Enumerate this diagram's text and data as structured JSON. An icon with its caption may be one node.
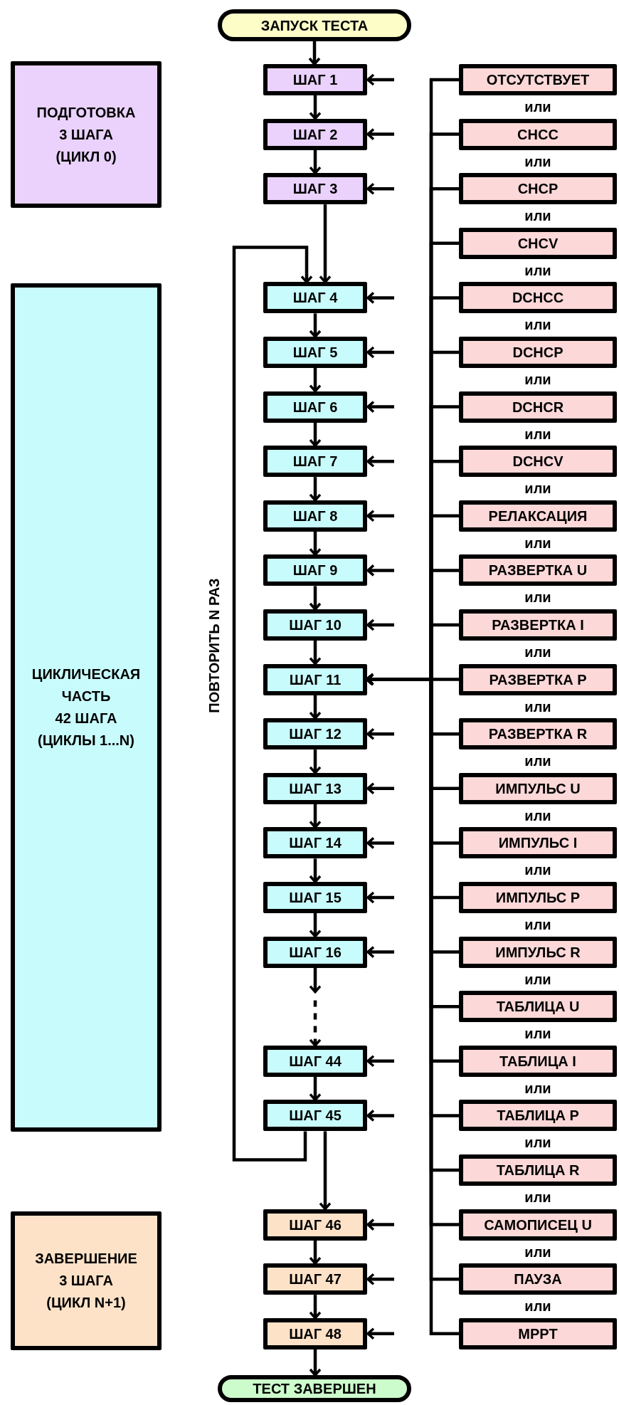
{
  "diagram": {
    "nodes": [
      {
        "text": [
          "ЗАПУСК ТЕСТА"
        ]
      },
      {
        "text": [
          "ПОДГОТОВКА",
          "3 ШАГА",
          "(ЦИКЛ 0)"
        ]
      },
      {
        "text": [
          "ЦИКЛИЧЕСКАЯ ЧАСТЬ",
          "42 ШАГА",
          "(ЦИКЛЫ 1...N)"
        ]
      },
      {
        "text": [
          "ЗАВЕРШЕНИЕ",
          "3 ШАГА",
          "(ЦИКЛ N+1)"
        ]
      },
      {
        "text": [
          "ШАГ 1"
        ]
      },
      {
        "text": [
          "ШАГ 2"
        ]
      },
      {
        "text": [
          "ШАГ 3"
        ]
      },
      {
        "text": [
          "ШАГ 4"
        ]
      },
      {
        "text": [
          "ШАГ 5"
        ]
      },
      {
        "text": [
          "ШАГ 6"
        ]
      },
      {
        "text": [
          "ШАГ 7"
        ]
      },
      {
        "text": [
          "ШАГ 8"
        ]
      },
      {
        "text": [
          "ШАГ 9"
        ]
      },
      {
        "text": [
          "ШАГ 10"
        ]
      },
      {
        "text": [
          "ШАГ 11"
        ]
      },
      {
        "text": [
          "ШАГ 12"
        ]
      },
      {
        "text": [
          "ШАГ 13"
        ]
      },
      {
        "text": [
          "ШАГ 14"
        ]
      },
      {
        "text": [
          "ШАГ 15"
        ]
      },
      {
        "text": [
          "ШАГ 16"
        ]
      },
      {
        "text": [
          "ШАГ 44"
        ]
      },
      {
        "text": [
          "ШАГ 45"
        ]
      },
      {
        "text": [
          "ШАГ 46"
        ]
      },
      {
        "text": [
          "ШАГ 47"
        ]
      },
      {
        "text": [
          "ШАГ 48"
        ]
      },
      {
        "text": [
          "ОТСУТСТВУЕТ"
        ]
      },
      {
        "text": [
          "CHCC"
        ]
      },
      {
        "text": [
          "CHCP"
        ]
      },
      {
        "text": [
          "CHCV"
        ]
      },
      {
        "text": [
          "DCHCC"
        ]
      },
      {
        "text": [
          "DCHCP"
        ]
      },
      {
        "text": [
          "DCHCR"
        ]
      },
      {
        "text": [
          "DCHCV"
        ]
      },
      {
        "text": [
          "РЕЛАКСАЦИЯ"
        ]
      },
      {
        "text": [
          "РАЗВЕРТКА U"
        ]
      },
      {
        "text": [
          "РАЗВЕРТКА I"
        ]
      },
      {
        "text": [
          "РАЗВЕРТКА P"
        ]
      },
      {
        "text": [
          "РАЗВЕРТКА R"
        ]
      },
      {
        "text": [
          "ИМПУЛЬС U"
        ]
      },
      {
        "text": [
          "ИМПУЛЬС I"
        ]
      },
      {
        "text": [
          "ИМПУЛЬС P"
        ]
      },
      {
        "text": [
          "ИМПУЛЬС R"
        ]
      },
      {
        "text": [
          "ТАБЛИЦА U"
        ]
      },
      {
        "text": [
          "ТАБЛИЦА I"
        ]
      },
      {
        "text": [
          "ТАБЛИЦА P"
        ]
      },
      {
        "text": [
          "ТАБЛИЦА R"
        ]
      },
      {
        "text": [
          "САМОПИСЕЦ U"
        ]
      },
      {
        "text": [
          "ПАУЗА"
        ]
      },
      {
        "text": [
          "MPPT"
        ]
      },
      {
        "text": [
          "ТЕСТ ЗАВЕРШЕН"
        ]
      }
    ],
    "edges": [
      {
        "from": 0,
        "to": 4,
        "arrow": "to"
      },
      {
        "from": 4,
        "to": 5,
        "arrow": "to"
      },
      {
        "from": 5,
        "to": 6,
        "arrow": "to"
      },
      {
        "from": 6,
        "to": 7,
        "arrow": "to"
      },
      {
        "from": 7,
        "to": 8,
        "arrow": "to"
      },
      {
        "from": 8,
        "to": 9,
        "arrow": "to"
      },
      {
        "from": 9,
        "to": 10,
        "arrow": "to"
      },
      {
        "from": 10,
        "to": 11,
        "arrow": "to"
      },
      {
        "from": 11,
        "to": 12,
        "arrow": "to"
      },
      {
        "from": 12,
        "to": 13,
        "arrow": "to"
      },
      {
        "from": 13,
        "to": 14,
        "arrow": "to"
      },
      {
        "from": 14,
        "to": 15,
        "arrow": "to"
      },
      {
        "from": 15,
        "to": 16,
        "arrow": "to"
      },
      {
        "from": 16,
        "to": 17,
        "arrow": "to"
      },
      {
        "from": 17,
        "to": 18,
        "arrow": "to"
      },
      {
        "from": 18,
        "to": 19,
        "arrow": "to"
      },
      {
        "from": 19,
        "to": 20,
        "arrow": "to",
        "style": "dashed"
      },
      {
        "from": 20,
        "to": 21,
        "arrow": "to"
      },
      {
        "from": 21,
        "to": 22,
        "arrow": "to"
      },
      {
        "from": 22,
        "to": 23,
        "arrow": "to"
      },
      {
        "from": 23,
        "to": 24,
        "arrow": "to"
      },
      {
        "from": 21,
        "to": 7,
        "arrow": "to",
        "label": "ПОВТОРИТЬ N РАЗ"
      },
      {
        "from": 24,
        "to": 49,
        "arrow": "to"
      },
      {
        "from": 25,
        "to": 14,
        "arrow": "to"
      },
      {
        "from": 26,
        "to": 14,
        "arrow": "to"
      },
      {
        "from": 27,
        "to": 14,
        "arrow": "to"
      },
      {
        "from": 28,
        "to": 14,
        "arrow": "to"
      },
      {
        "from": 29,
        "to": 14,
        "arrow": "to"
      },
      {
        "from": 30,
        "to": 14,
        "arrow": "to"
      },
      {
        "from": 31,
        "to": 14,
        "arrow": "to"
      },
      {
        "from": 32,
        "to": 14,
        "arrow": "to"
      },
      {
        "from": 33,
        "to": 14,
        "arrow": "to"
      },
      {
        "from": 34,
        "to": 14,
        "arrow": "to"
      },
      {
        "from": 35,
        "to": 14,
        "arrow": "to"
      },
      {
        "from": 36,
        "to": 14,
        "arrow": "to"
      },
      {
        "from": 37,
        "to": 14,
        "arrow": "to"
      },
      {
        "from": 38,
        "to": 14,
        "arrow": "to"
      },
      {
        "from": 39,
        "to": 14,
        "arrow": "to"
      },
      {
        "from": 40,
        "to": 14,
        "arrow": "to"
      },
      {
        "from": 41,
        "to": 14,
        "arrow": "to"
      },
      {
        "from": 42,
        "to": 14,
        "arrow": "to"
      },
      {
        "from": 43,
        "to": 14,
        "arrow": "to"
      },
      {
        "from": 44,
        "to": 14,
        "arrow": "to"
      },
      {
        "from": 45,
        "to": 14,
        "arrow": "to"
      },
      {
        "from": 46,
        "to": 14,
        "arrow": "to"
      },
      {
        "from": 47,
        "to": 14,
        "arrow": "to"
      },
      {
        "from": 48,
        "to": 14,
        "arrow": "to"
      },
      {
        "from": null,
        "to": 4,
        "arrow": "to"
      },
      {
        "from": null,
        "to": 5,
        "arrow": "to"
      },
      {
        "from": null,
        "to": 6,
        "arrow": "to"
      },
      {
        "from": null,
        "to": 7,
        "arrow": "to"
      },
      {
        "from": null,
        "to": 8,
        "arrow": "to"
      },
      {
        "from": null,
        "to": 9,
        "arrow": "to"
      },
      {
        "from": null,
        "to": 10,
        "arrow": "to"
      },
      {
        "from": null,
        "to": 11,
        "arrow": "to"
      },
      {
        "from": null,
        "to": 12,
        "arrow": "to"
      },
      {
        "from": null,
        "to": 13,
        "arrow": "to"
      },
      {
        "from": null,
        "to": 15,
        "arrow": "to"
      },
      {
        "from": null,
        "to": 16,
        "arrow": "to"
      },
      {
        "from": null,
        "to": 17,
        "arrow": "to"
      },
      {
        "from": null,
        "to": 18,
        "arrow": "to"
      },
      {
        "from": null,
        "to": 19,
        "arrow": "to"
      },
      {
        "from": null,
        "to": 20,
        "arrow": "to"
      },
      {
        "from": null,
        "to": 21,
        "arrow": "to"
      },
      {
        "from": null,
        "to": 22,
        "arrow": "to"
      },
      {
        "from": null,
        "to": 23,
        "arrow": "to"
      },
      {
        "from": null,
        "to": 24,
        "arrow": "to"
      }
    ],
    "labels": [
      "или",
      "или",
      "или",
      "или",
      "или",
      "или",
      "или",
      "или",
      "или",
      "или",
      "или",
      "или",
      "или",
      "или",
      "или",
      "или",
      "или",
      "или",
      "или",
      "или",
      "или",
      "или",
      "или"
    ]
  }
}
